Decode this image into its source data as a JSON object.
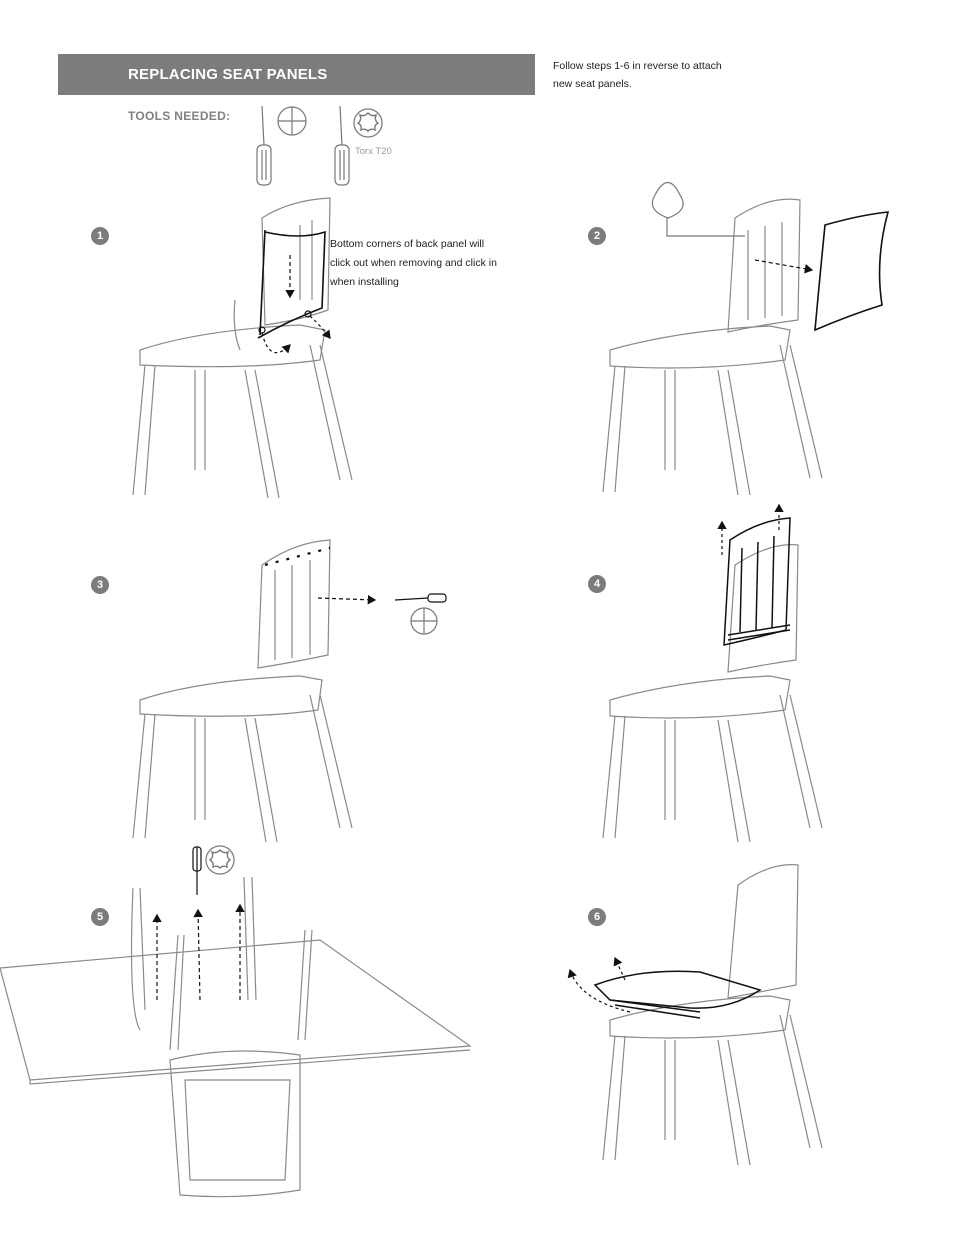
{
  "header": {
    "title": "REPLACING SEAT PANELS"
  },
  "intro_note": "Follow steps 1-6 in reverse to attach new seat panels.",
  "tools": {
    "label": "TOOLS NEEDED:",
    "items": [
      {
        "icon": "phillips-screwdriver-icon"
      },
      {
        "icon": "torx-screwdriver-icon",
        "caption": "Torx T20"
      }
    ]
  },
  "steps": [
    {
      "number": "1",
      "note": "Bottom corners of back panel will click out when removing and click in when installing"
    },
    {
      "number": "2"
    },
    {
      "number": "3"
    },
    {
      "number": "4"
    },
    {
      "number": "5"
    },
    {
      "number": "6"
    }
  ],
  "colors": {
    "header_bg": "#7b7c7e",
    "badge_bg": "#7b7c7e",
    "line_art": "#8a8a8a",
    "ink": "#111111"
  }
}
